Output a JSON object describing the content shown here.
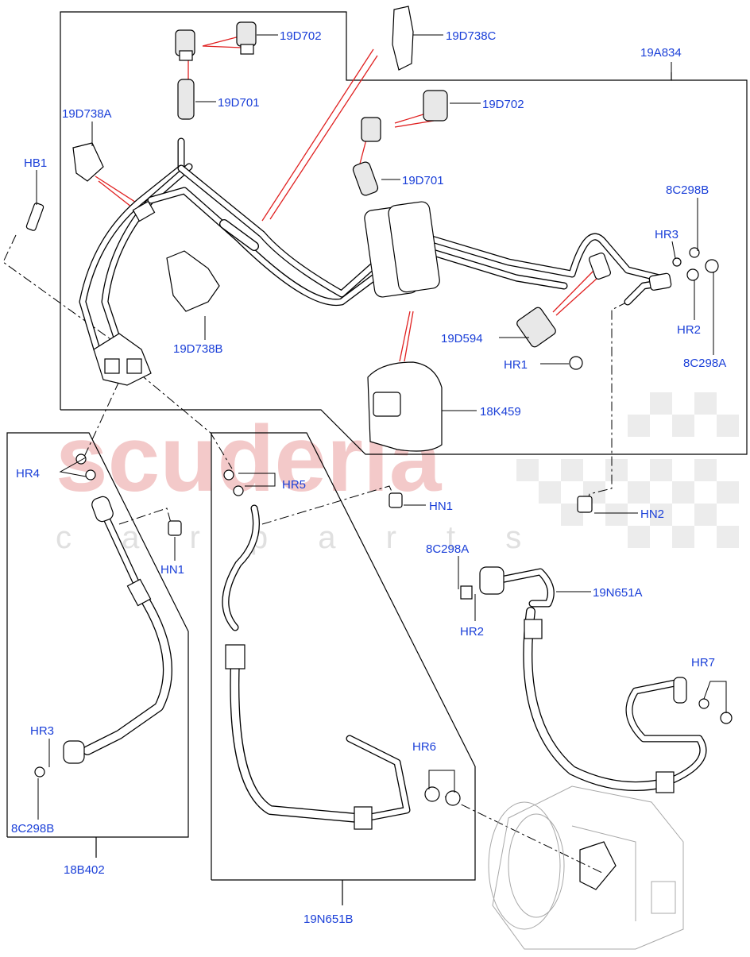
{
  "watermark": {
    "brand": "scuderia",
    "sub": "c a r p a r t s"
  },
  "labels": {
    "l_19D702_top": "19D702",
    "l_19D738C": "19D738C",
    "l_19A834": "19A834",
    "l_19D701_top": "19D701",
    "l_19D702_mid": "19D702",
    "l_19D738A": "19D738A",
    "l_HB1": "HB1",
    "l_19D701_mid": "19D701",
    "l_8C298B_top": "8C298B",
    "l_HR3_top": "HR3",
    "l_HR2_top": "HR2",
    "l_8C298A_top": "8C298A",
    "l_19D738B": "19D738B",
    "l_19D594": "19D594",
    "l_HR1": "HR1",
    "l_18K459": "18K459",
    "l_HR4": "HR4",
    "l_HR5": "HR5",
    "l_HN1_mid": "HN1",
    "l_HN2": "HN2",
    "l_HN1_left": "HN1",
    "l_8C298A_low": "8C298A",
    "l_HR2_low": "HR2",
    "l_19N651A": "19N651A",
    "l_HR7": "HR7",
    "l_HR3_low": "HR3",
    "l_HR6": "HR6",
    "l_8C298B_low": "8C298B",
    "l_18B402": "18B402",
    "l_19N651B": "19N651B"
  }
}
